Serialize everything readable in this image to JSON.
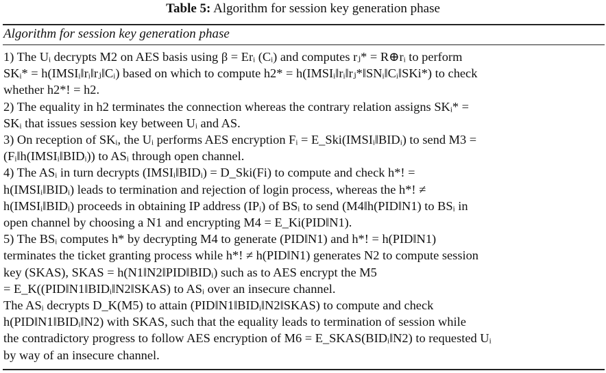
{
  "caption": {
    "label": "Table 5:",
    "title": "Algorithm for session key generation phase"
  },
  "table": {
    "header": "Algorithm for session key generation phase",
    "lines": [
      "1) The Uᵢ decrypts M2 on AES basis using β = Erᵢ (Cᵢ) and computes rⱼ* = R⊕rᵢ to perform",
      "SKᵢ* = h(IMSIᵢ‖rᵢ‖rⱼ‖Cᵢ) based on which to compute h2* = h(IMSIᵢ‖rᵢ‖rⱼ*‖SNᵢ‖Cᵢ‖SKi*) to check",
      "whether h2*! = h2.",
      "2) The equality in h2 terminates the connection whereas the contrary relation assigns SKᵢ* =",
      "SKᵢ that issues session key between Uᵢ and AS.",
      "3) On reception of SKᵢ, the Uᵢ performs AES encryption Fᵢ = E_Ski(IMSIᵢ‖BIDᵢ) to send M3 =",
      "(Fᵢ‖h(IMSIᵢ‖BIDᵢ)) to ASᵢ through open channel.",
      "4) The ASᵢ in turn decrypts (IMSIᵢ‖BIDᵢ) = D_Ski(Fi) to compute and check h*! =",
      "h(IMSIᵢ‖BIDᵢ) leads to termination and rejection of login process, whereas the h*! ≠",
      "h(IMSIᵢ‖BIDᵢ) proceeds in obtaining IP address (IPᵢ) of BSᵢ to send (M4‖h(PID‖N1) to BSᵢ in",
      "open channel by choosing a N1 and encrypting M4 = E_Ki(PID‖N1).",
      "5) The BSᵢ computes h* by decrypting M4 to generate (PID‖N1) and h*! = h(PID‖N1)",
      "terminates the ticket granting process while h*! ≠ h(PID‖N1) generates N2 to compute session",
      "key (SKAS), SKAS = h(N1‖N2‖PID‖BIDᵢ) such as to AES encrypt the M5",
      "= E_K((PID‖N1‖BIDᵢ‖N2‖SKAS) to ASᵢ over an insecure channel.",
      "The ASᵢ decrypts D_K(M5) to attain (PID‖N1‖BIDᵢ‖N2‖SKAS) to compute and check",
      "h(PID‖N1‖BIDᵢ‖N2) with SKAS, such that the equality leads to termination of session while",
      "the contradictory progress to follow AES encryption of M6 = E_SKAS(BIDᵢ‖N2) to requested Uᵢ",
      "by way of an insecure channel."
    ]
  }
}
